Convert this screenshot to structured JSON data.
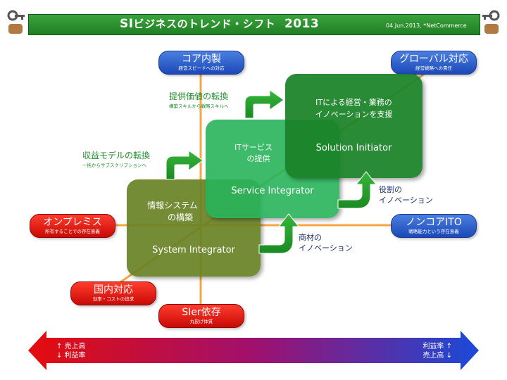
{
  "header": {
    "title_prefix": "SI",
    "title_main": "ビジネスのトレンド・シフト",
    "title_year": "2013",
    "date_credit": "04.Jun.2013, *NetCommerce",
    "accent": "#239128"
  },
  "axes": {
    "top": {
      "label": "コア内製",
      "sub": "経営スピードへの対応"
    },
    "bottom": {
      "label": "SIer依存",
      "sub": "丸投げ体質"
    },
    "left": {
      "label": "オンプレミス",
      "sub": "所有することでの存在意義"
    },
    "right": {
      "label": "ノンコアITO",
      "sub": "戦略能力という存在意義"
    },
    "top_right": {
      "label": "グローバル対応",
      "sub": "経営戦略への責任"
    },
    "bottom_left": {
      "label": "国内対応",
      "sub": "効率・コストの追求"
    }
  },
  "boxes": {
    "si": {
      "line1": "情報システム",
      "line2": "の構築",
      "name": "System Integrator",
      "color": "#667f20"
    },
    "svc": {
      "line1": "ITサービス",
      "line2": "の提供",
      "name": "Service Integrator",
      "color": "#28b45a"
    },
    "sol": {
      "line1": "ITによる経営・業務の",
      "line2": "イノベーションを支援",
      "name": "Solution Initiator",
      "color": "#1a8228"
    }
  },
  "transitions": {
    "revenue_model": {
      "title": "収益モデルの転換",
      "sub": "一括からサブスクリプションへ"
    },
    "value": {
      "title": "提供価値の転換",
      "sub": "構築スキルから戦略スキルへ"
    },
    "product": {
      "line1": "商材の",
      "line2": "イノベーション"
    },
    "role": {
      "line1": "役割の",
      "line2": "イノベーション"
    }
  },
  "bottom_bar": {
    "left_line1": "↑ 売上高",
    "left_line2": "↓ 利益率",
    "right_line1": "利益率 ↑",
    "right_line2": "売上高 ↓"
  }
}
